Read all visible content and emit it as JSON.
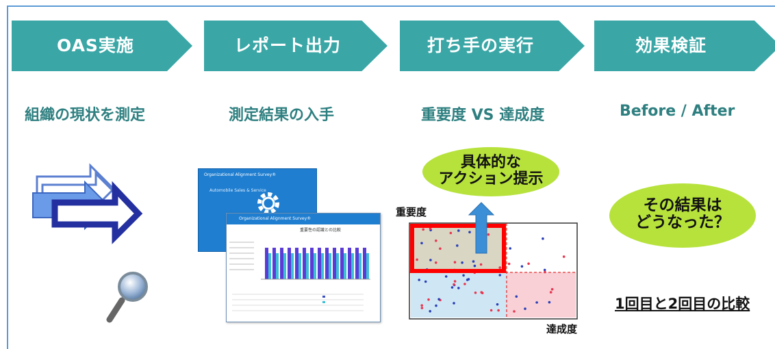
{
  "steps": [
    {
      "title": "OAS実施",
      "subtitle": "組織の現状を測定"
    },
    {
      "title": "レポート出力",
      "subtitle": "測定結果の入手"
    },
    {
      "title": "打ち手の実行",
      "subtitle": "重要度 VS 達成度"
    },
    {
      "title": "効果検証",
      "subtitle": "Before / After"
    }
  ],
  "bubble_action": {
    "line1": "具体的な",
    "line2": "アクション提示"
  },
  "bubble_result": {
    "line1": "その結果は",
    "line2": "どうなった？"
  },
  "matrix": {
    "y_label": "重要度",
    "x_label": "達成度"
  },
  "compare_label": "1回目と2回目の比較",
  "report": {
    "cover_title": "Organizational Alignment Survey®",
    "cover_subtitle": "Automobile Sales & Service",
    "page_header": "Organizational Alignment Survey®",
    "chart_title": "重要性の認識との比較"
  },
  "colors": {
    "chevron": "#3aa6a6",
    "subtitle": "#2e7f80",
    "bubble": "#b6e23b",
    "highlight": "#ff0000"
  }
}
